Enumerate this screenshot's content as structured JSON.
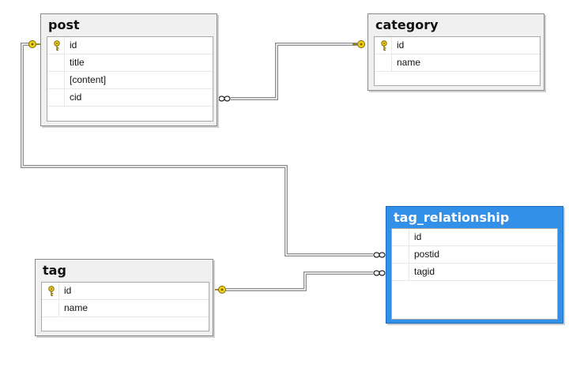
{
  "diagram": {
    "tables": {
      "post": {
        "title": "post",
        "columns": [
          {
            "name": "id",
            "primary_key": true
          },
          {
            "name": "title",
            "primary_key": false
          },
          {
            "name": "[content]",
            "primary_key": false
          },
          {
            "name": "cid",
            "primary_key": false
          }
        ]
      },
      "category": {
        "title": "category",
        "columns": [
          {
            "name": "id",
            "primary_key": true
          },
          {
            "name": "name",
            "primary_key": false
          }
        ]
      },
      "tag": {
        "title": "tag",
        "columns": [
          {
            "name": "id",
            "primary_key": true
          },
          {
            "name": "name",
            "primary_key": false
          }
        ]
      },
      "tag_relationship": {
        "title": "tag_relationship",
        "selected": true,
        "columns": [
          {
            "name": "id",
            "primary_key": false
          },
          {
            "name": "postid",
            "primary_key": false
          },
          {
            "name": "tagid",
            "primary_key": false
          }
        ]
      }
    },
    "relationships": [
      {
        "from": "category.id",
        "to": "post.cid",
        "one_end": "key-icon",
        "many_end": "infinity-icon"
      },
      {
        "from": "post.id",
        "to": "tag_relationship.postid",
        "one_end": "key-icon",
        "many_end": "infinity-icon"
      },
      {
        "from": "tag.id",
        "to": "tag_relationship.tagid",
        "one_end": "key-icon",
        "many_end": "infinity-icon"
      }
    ],
    "colors": {
      "selected_header": "#3390e8",
      "key": "#e6c200",
      "line": "#7a7a7a"
    }
  }
}
